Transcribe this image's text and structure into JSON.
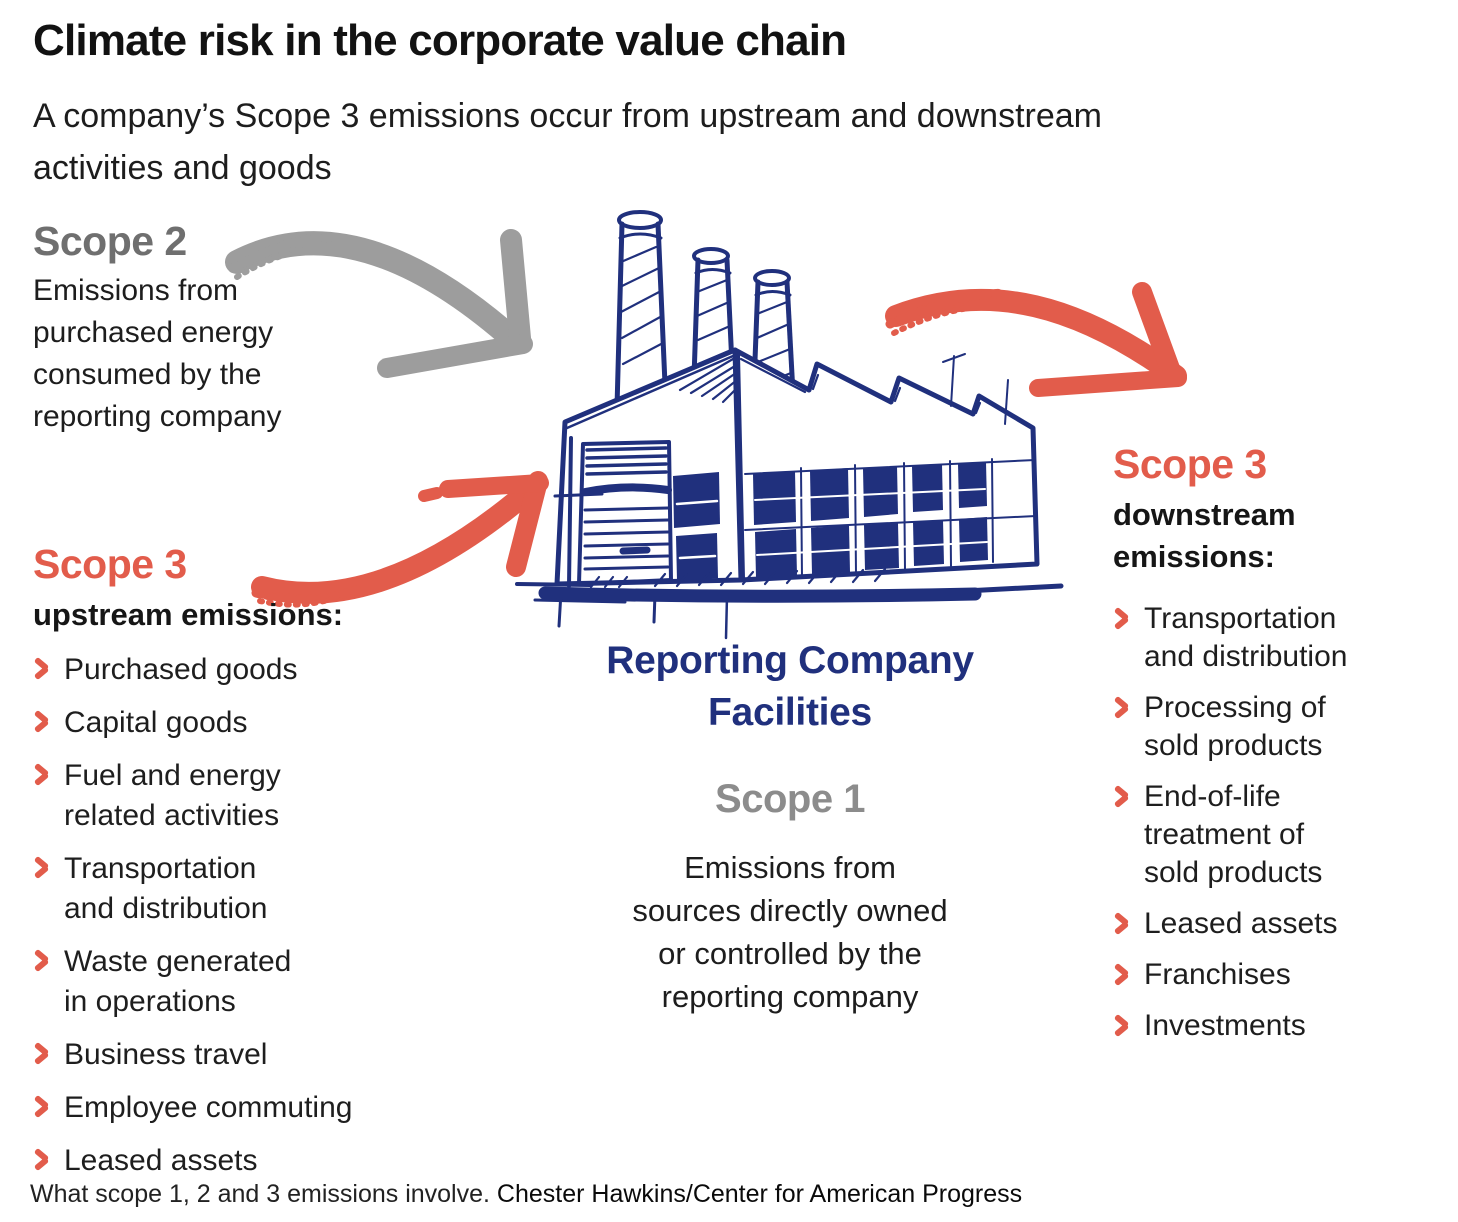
{
  "title": "Climate risk in the corporate value chain",
  "subtitle": "A company’s Scope 3 emissions occur from upstream and downstream\nactivities and goods",
  "scope2": {
    "heading": "Scope 2",
    "description": "Emissions from\npurchased energy\nconsumed by the\nreporting company"
  },
  "scope3_upstream": {
    "heading": "Scope 3",
    "subheading": "upstream emissions:",
    "items": [
      "Purchased goods",
      "Capital goods",
      "Fuel and energy\nrelated activities",
      "Transportation\nand distribution",
      "Waste generated\nin operations",
      "Business travel",
      "Employee commuting",
      "Leased assets"
    ]
  },
  "center": {
    "facility_label": "Reporting Company\nFacilities",
    "scope1_heading": "Scope 1",
    "scope1_description": "Emissions from\nsources directly owned\nor controlled by the\nreporting company"
  },
  "scope3_downstream": {
    "heading": "Scope 3",
    "subheading": "downstream\nemissions:",
    "items": [
      "Transportation\nand distribution",
      "Processing of\nsold products",
      "End-of-life\ntreatment of\nsold products",
      "Leased assets",
      "Franchises",
      "Investments"
    ]
  },
  "caption": {
    "text": "What scope 1, 2 and 3 emissions involve.",
    "credit": "Chester Hawkins/Center for American Progress"
  },
  "colors": {
    "accent_red": "#e25c4b",
    "navy": "#20307d",
    "scope2_gray": "#6f6f6f",
    "scope1_gray": "#8c8c8c",
    "arrow_gray": "#9d9d9d",
    "text_black": "#1c1c1c",
    "background": "#ffffff"
  },
  "icons": {
    "bullet": "chevron-right-icon",
    "center_illustration": "factory-sketch-icon",
    "scope2_arrow": "gray-brush-arrow-icon",
    "scope3_upstream_arrow": "red-brush-arrow-up-icon",
    "scope3_downstream_arrow": "red-brush-arrow-down-icon"
  }
}
